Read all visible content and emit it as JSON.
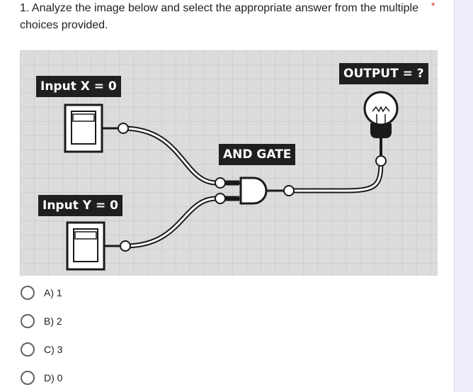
{
  "question": {
    "text": "1. Analyze the image below and select the appropriate answer from the multiple choices provided.",
    "required_mark": "*"
  },
  "figure": {
    "input_x_label": "Input X = 0",
    "input_y_label": "Input Y = 0",
    "gate_label": "AND GATE",
    "output_label": "OUTPUT = ?"
  },
  "options": [
    {
      "label": "A) 1",
      "selected": false
    },
    {
      "label": "B) 2",
      "selected": false
    },
    {
      "label": "C) 3",
      "selected": false
    },
    {
      "label": "D) 0",
      "selected": false
    }
  ]
}
